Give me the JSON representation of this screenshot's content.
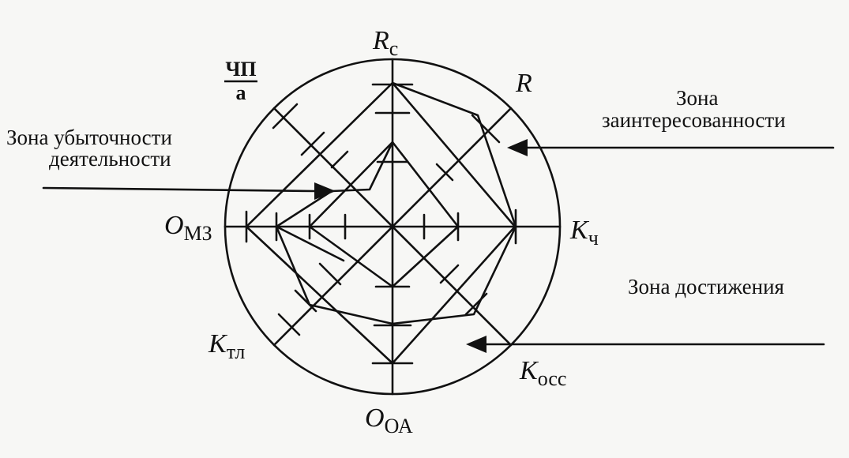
{
  "fraction": {
    "numerator": "ЧП",
    "denominator": "а"
  },
  "axes": {
    "rc": {
      "main": "R",
      "sub": "с"
    },
    "r": {
      "main": "R",
      "sub": ""
    },
    "kch": {
      "main": "K",
      "sub": "ч"
    },
    "kocc": {
      "main": "K",
      "sub": "осс"
    },
    "ooa": {
      "main": "O",
      "sub": "ОА"
    },
    "ktl": {
      "main": "K",
      "sub": "тл"
    },
    "omz": {
      "main": "O",
      "sub": "МЗ"
    }
  },
  "zones": {
    "loss": [
      "Зона убыточности",
      "деятельности"
    ],
    "interest": [
      "Зона",
      "заинтересованности"
    ],
    "achievement": [
      "Зона достижения"
    ]
  },
  "colors": {
    "ink": "#111111",
    "background": "#f7f7f5"
  }
}
